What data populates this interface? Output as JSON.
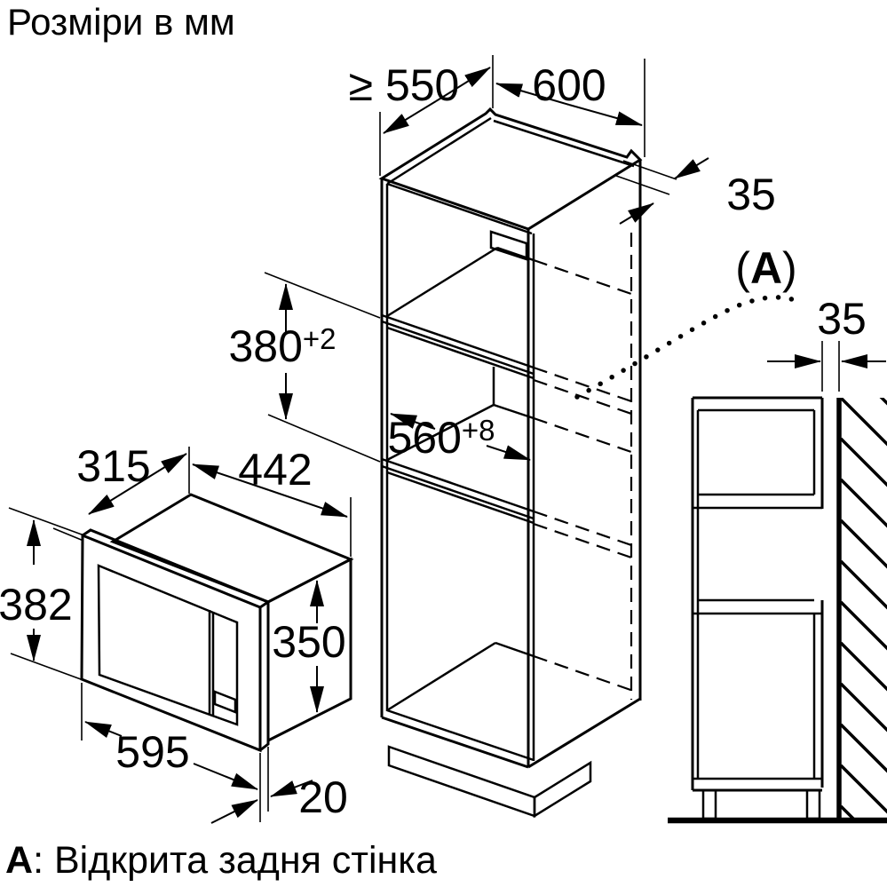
{
  "title": "Розміри в мм",
  "dimensions": {
    "cabinet": {
      "depth_min": "≥ 550",
      "width": "600",
      "rear_panel_offset": "35",
      "niche_height": "380",
      "niche_height_tolerance": "+2",
      "niche_width": "560",
      "niche_width_tolerance": "+8"
    },
    "appliance": {
      "depth": "315",
      "width": "442",
      "front_height": "382",
      "height": "350",
      "front_width": "595",
      "front_overhang": "20"
    },
    "wall_clearance": "35"
  },
  "detail_label": {
    "open": "(",
    "letter": "A",
    "close": ")"
  },
  "caption": {
    "marker": "А",
    "text": ": Відкрита задня стінка"
  },
  "colors": {
    "line": "#000000",
    "background": "#ffffff"
  }
}
